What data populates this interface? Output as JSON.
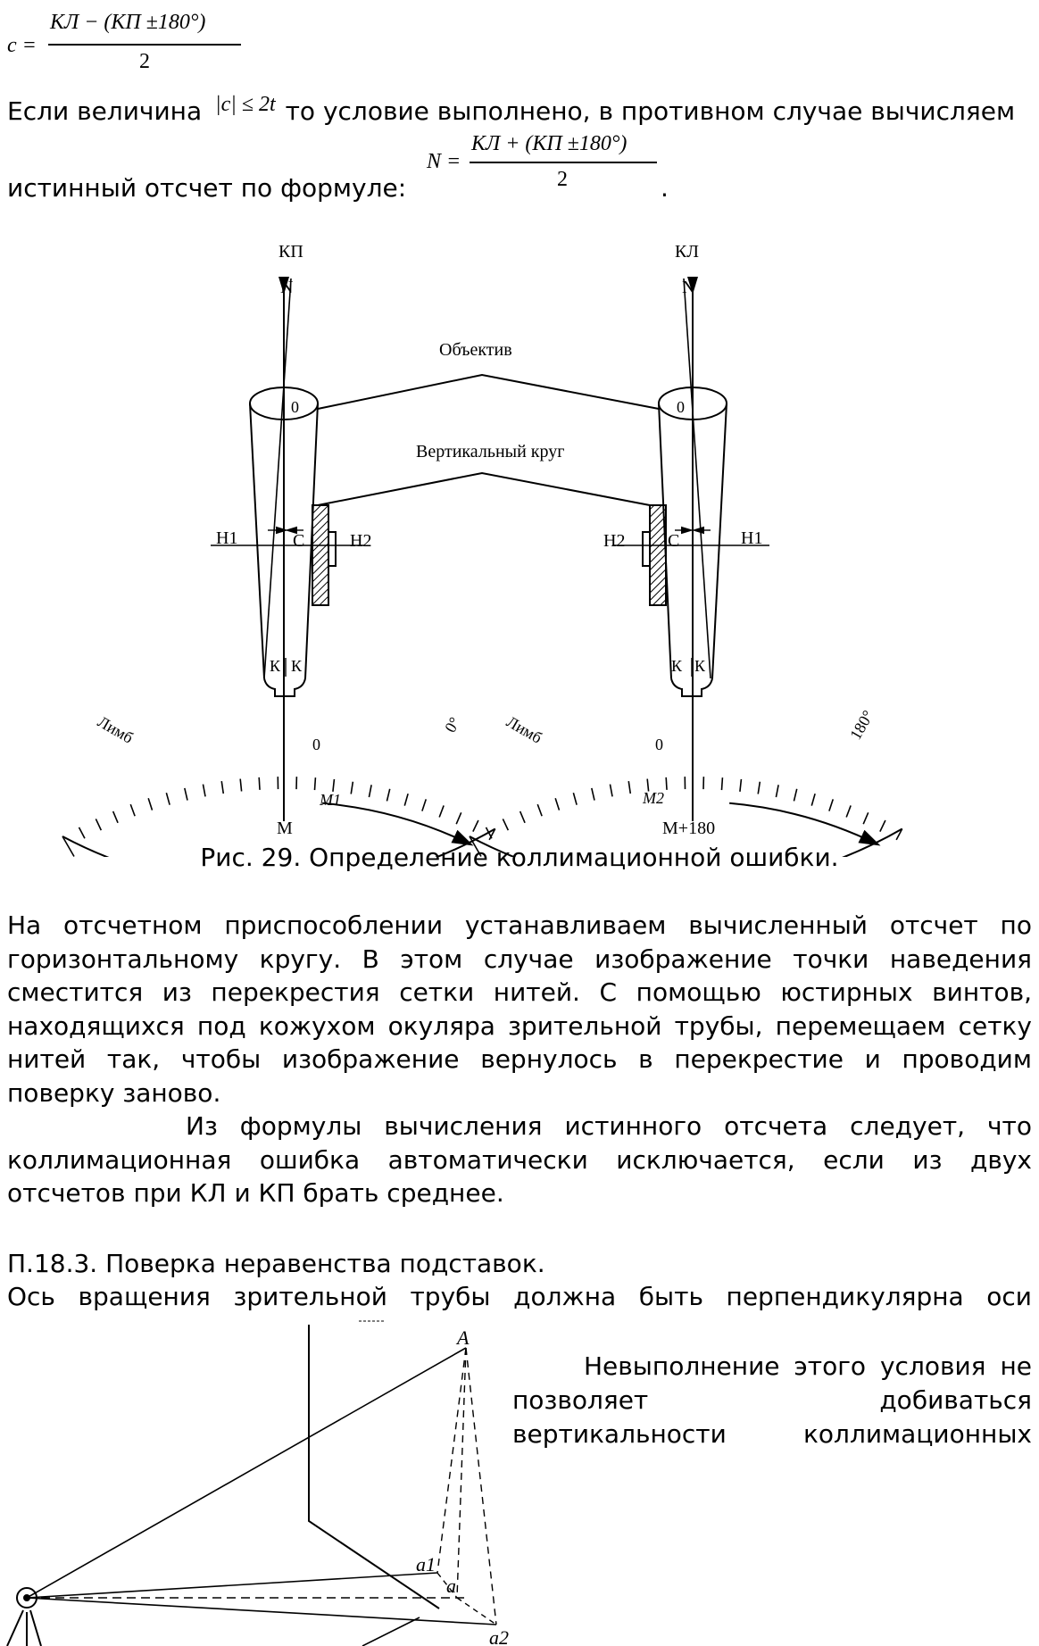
{
  "formula_c": {
    "lhs": "c =",
    "numerator": "КЛ − (КП ±180°)",
    "denominator": "2"
  },
  "paragraph1": {
    "line1_start": "Если величина",
    "condition": "|c| ≤ 2t",
    "line1_end": "то условие выполнено, в противном случае вычисляем",
    "line2_start": "истинный отсчет по формуле:",
    "line2_end": "."
  },
  "formula_n": {
    "lhs": "N =",
    "numerator": "КЛ + (КП ±180°)",
    "denominator": "2"
  },
  "figure29": {
    "left": {
      "top_label": "КП",
      "north": "N",
      "zero": "0",
      "h_left": "H1",
      "c": "C",
      "h_right": "H2",
      "k1": "К",
      "k2": "К",
      "limb": "Лимб",
      "scale_zero": "0",
      "scale_end": "0°",
      "m_sub": "M1",
      "bottom_label": "M"
    },
    "right": {
      "top_label": "КЛ",
      "north": "N",
      "zero": "0",
      "h_left": "H2",
      "c": "C",
      "h_right": "H1",
      "k1": "К",
      "k2": "К",
      "limb": "Лимб",
      "scale_zero": "0",
      "scale_end": "180°",
      "m_sub": "M2",
      "bottom_label": "M+180"
    },
    "objective_label": "Объектив",
    "vcircle_label": "Вертикальный круг",
    "caption": "Рис. 29. Определение коллимационной ошибки."
  },
  "paragraph2": [
    "На отсчетном приспособлении устанавливаем вычисленный отсчет по",
    "горизонтальному кругу. В этом случае изображение точки наведения",
    "сместится из перекрестия сетки нитей.  С помощью юстирных винтов,",
    "находящихся под кожухом окуляра зрительной трубы, перемещаем сетку",
    "нитей так, чтобы изображение вернулось в перекрестие и проводим",
    "поверку заново."
  ],
  "paragraph3": [
    "Из формулы вычисления истинного отсчета  следует, что",
    "коллимационная ошибка автоматически исключается, если из двух",
    "отсчетов при КЛ и КП брать среднее."
  ],
  "section": {
    "heading": "П.18.3. Поверка неравенства подставок.",
    "line1": "Ось вращения зрительной трубы должна быть перпендикулярна оси"
  },
  "side_text": [
    "Невыполнение этого условия не",
    "позволяет                   добиваться",
    "вертикальности     коллимационных"
  ],
  "figure30": {
    "a_top": "A",
    "a1": "a1",
    "a": "a",
    "a2": "a2"
  }
}
